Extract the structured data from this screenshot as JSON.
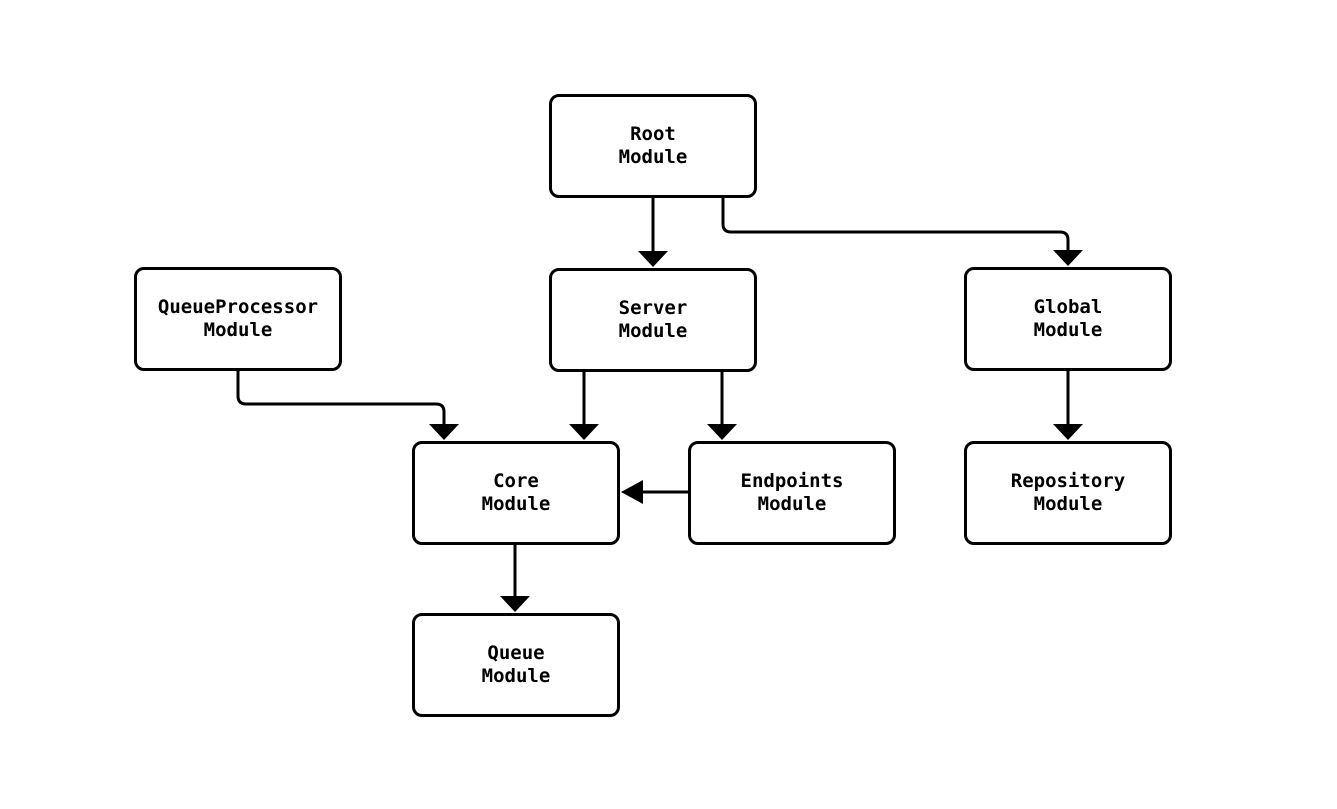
{
  "diagram": {
    "type": "flowchart",
    "direction": "top-down",
    "background_color": "#ffffff",
    "node_fill_color": "#ffffff",
    "node_stroke_color": "#000000",
    "edge_color": "#000000",
    "text_color": "#000000",
    "nodes": {
      "root": {
        "line1": "Root",
        "line2": "Module"
      },
      "queueprocessor": {
        "line1": "QueueProcessor",
        "line2": "Module"
      },
      "server": {
        "line1": "Server",
        "line2": "Module"
      },
      "global": {
        "line1": "Global",
        "line2": "Module"
      },
      "core": {
        "line1": "Core",
        "line2": "Module"
      },
      "endpoints": {
        "line1": "Endpoints",
        "line2": "Module"
      },
      "repository": {
        "line1": "Repository",
        "line2": "Module"
      },
      "queue": {
        "line1": "Queue",
        "line2": "Module"
      }
    },
    "edges": [
      {
        "from": "Root Module",
        "to": "Server Module"
      },
      {
        "from": "Root Module",
        "to": "Global Module"
      },
      {
        "from": "QueueProcessor Module",
        "to": "Core Module"
      },
      {
        "from": "Server Module",
        "to": "Core Module"
      },
      {
        "from": "Server Module",
        "to": "Endpoints Module"
      },
      {
        "from": "Endpoints Module",
        "to": "Core Module"
      },
      {
        "from": "Core Module",
        "to": "Queue Module"
      },
      {
        "from": "Global Module",
        "to": "Repository Module"
      }
    ]
  }
}
